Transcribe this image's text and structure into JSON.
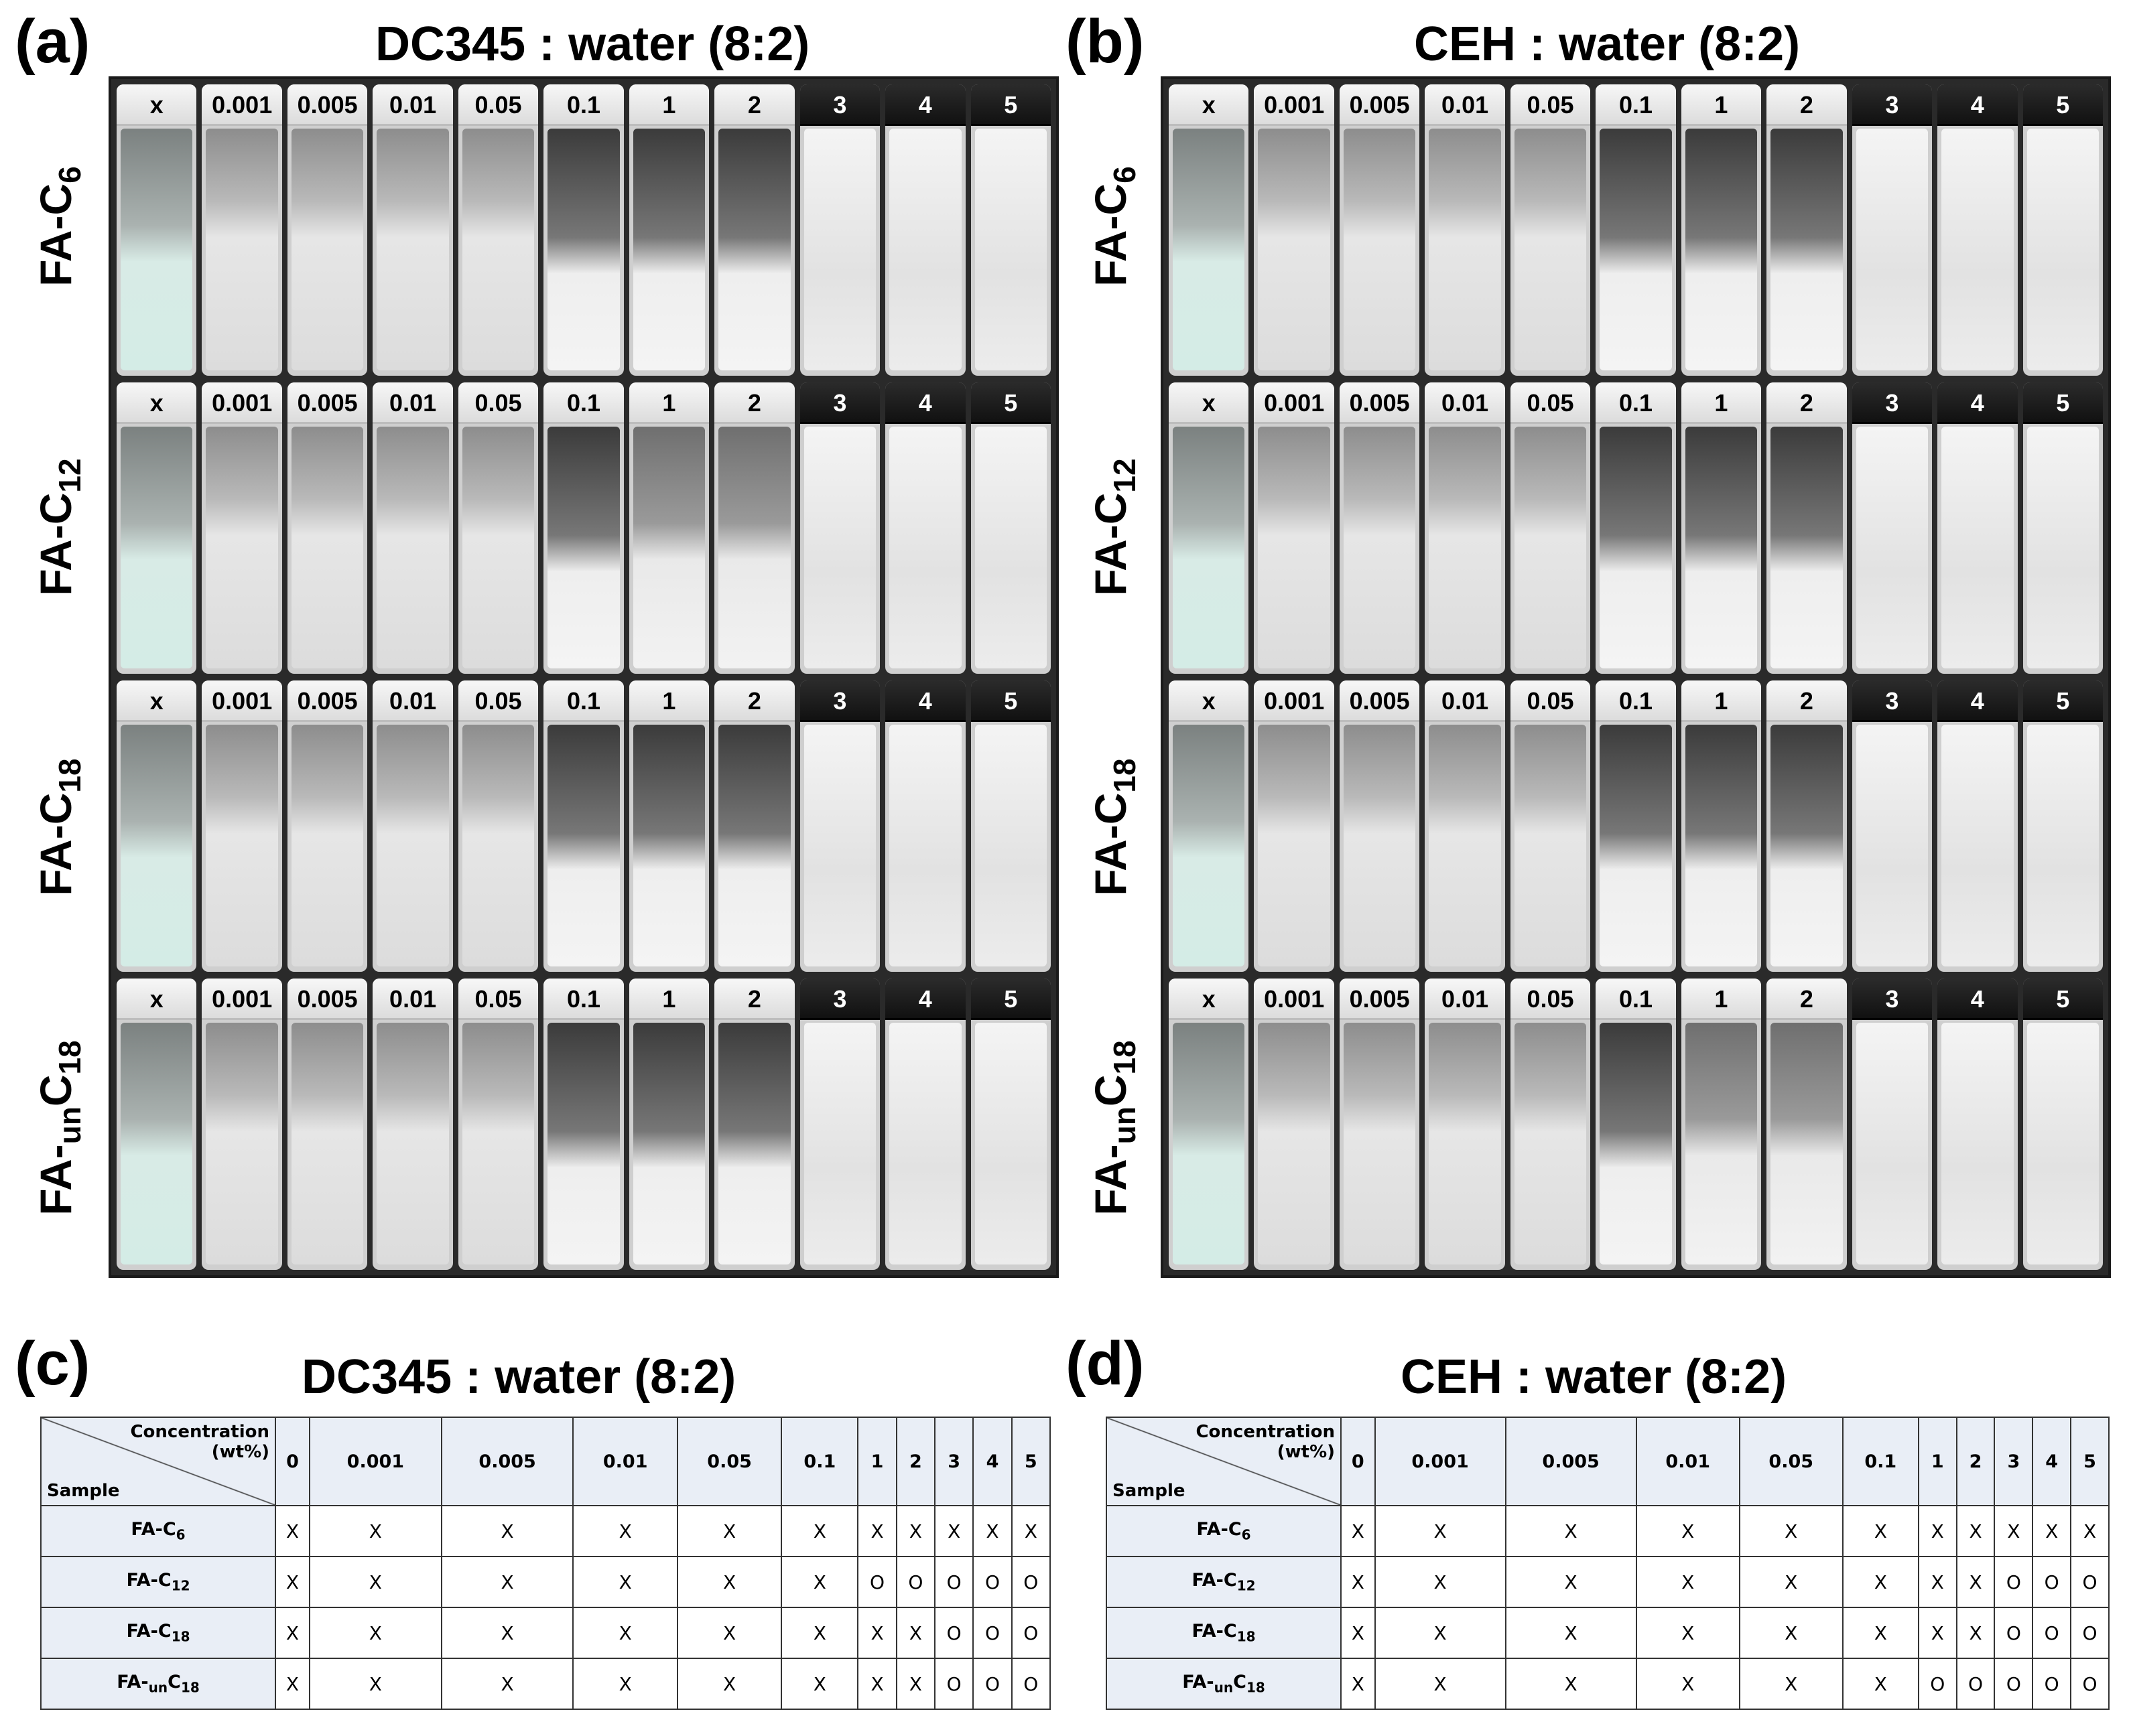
{
  "panels": {
    "a": {
      "letter": "(a)",
      "title": "DC345 : water (8:2)"
    },
    "b": {
      "letter": "(b)",
      "title": "CEH : water (8:2)"
    },
    "c": {
      "letter": "(c)",
      "title": "DC345 : water (8:2)"
    },
    "d": {
      "letter": "(d)",
      "title": "CEH : water (8:2)"
    }
  },
  "vial_caps": [
    "x",
    "0.001",
    "0.005",
    "0.01",
    "0.05",
    "0.1",
    "1",
    "2",
    "3",
    "4",
    "5"
  ],
  "photo_rows": [
    {
      "prefix": "FA-",
      "base": "C",
      "sub": "6"
    },
    {
      "prefix": "FA-",
      "base": "C",
      "sub": "12"
    },
    {
      "prefix": "FA-",
      "base": "C",
      "sub": "18"
    },
    {
      "prefix": "FA-",
      "mid_sub": "un",
      "base": "C",
      "sub": "18"
    }
  ],
  "table_header": {
    "corner_top": "Concentration",
    "corner_top2": "(wt%)",
    "corner_bottom": "Sample",
    "columns": [
      "0",
      "0.001",
      "0.005",
      "0.01",
      "0.05",
      "0.1",
      "1",
      "2",
      "3",
      "4",
      "5"
    ]
  },
  "table_c": [
    {
      "sample": "FA-C",
      "sub": "6",
      "values": [
        "X",
        "X",
        "X",
        "X",
        "X",
        "X",
        "X",
        "X",
        "X",
        "X",
        "X"
      ]
    },
    {
      "sample": "FA-C",
      "sub": "12",
      "values": [
        "X",
        "X",
        "X",
        "X",
        "X",
        "X",
        "O",
        "O",
        "O",
        "O",
        "O"
      ]
    },
    {
      "sample": "FA-C",
      "sub": "18",
      "values": [
        "X",
        "X",
        "X",
        "X",
        "X",
        "X",
        "X",
        "X",
        "O",
        "O",
        "O"
      ]
    },
    {
      "sample": "FA-",
      "mid": "un",
      "sample2": "C",
      "sub": "18",
      "values": [
        "X",
        "X",
        "X",
        "X",
        "X",
        "X",
        "X",
        "X",
        "O",
        "O",
        "O"
      ]
    }
  ],
  "table_d": [
    {
      "sample": "FA-C",
      "sub": "6",
      "values": [
        "X",
        "X",
        "X",
        "X",
        "X",
        "X",
        "X",
        "X",
        "X",
        "X",
        "X"
      ]
    },
    {
      "sample": "FA-C",
      "sub": "12",
      "values": [
        "X",
        "X",
        "X",
        "X",
        "X",
        "X",
        "X",
        "X",
        "O",
        "O",
        "O"
      ]
    },
    {
      "sample": "FA-C",
      "sub": "18",
      "values": [
        "X",
        "X",
        "X",
        "X",
        "X",
        "X",
        "X",
        "X",
        "O",
        "O",
        "O"
      ]
    },
    {
      "sample": "FA-",
      "mid": "un",
      "sample2": "C",
      "sub": "18",
      "values": [
        "X",
        "X",
        "X",
        "X",
        "X",
        "X",
        "O",
        "O",
        "O",
        "O",
        "O"
      ]
    }
  ]
}
